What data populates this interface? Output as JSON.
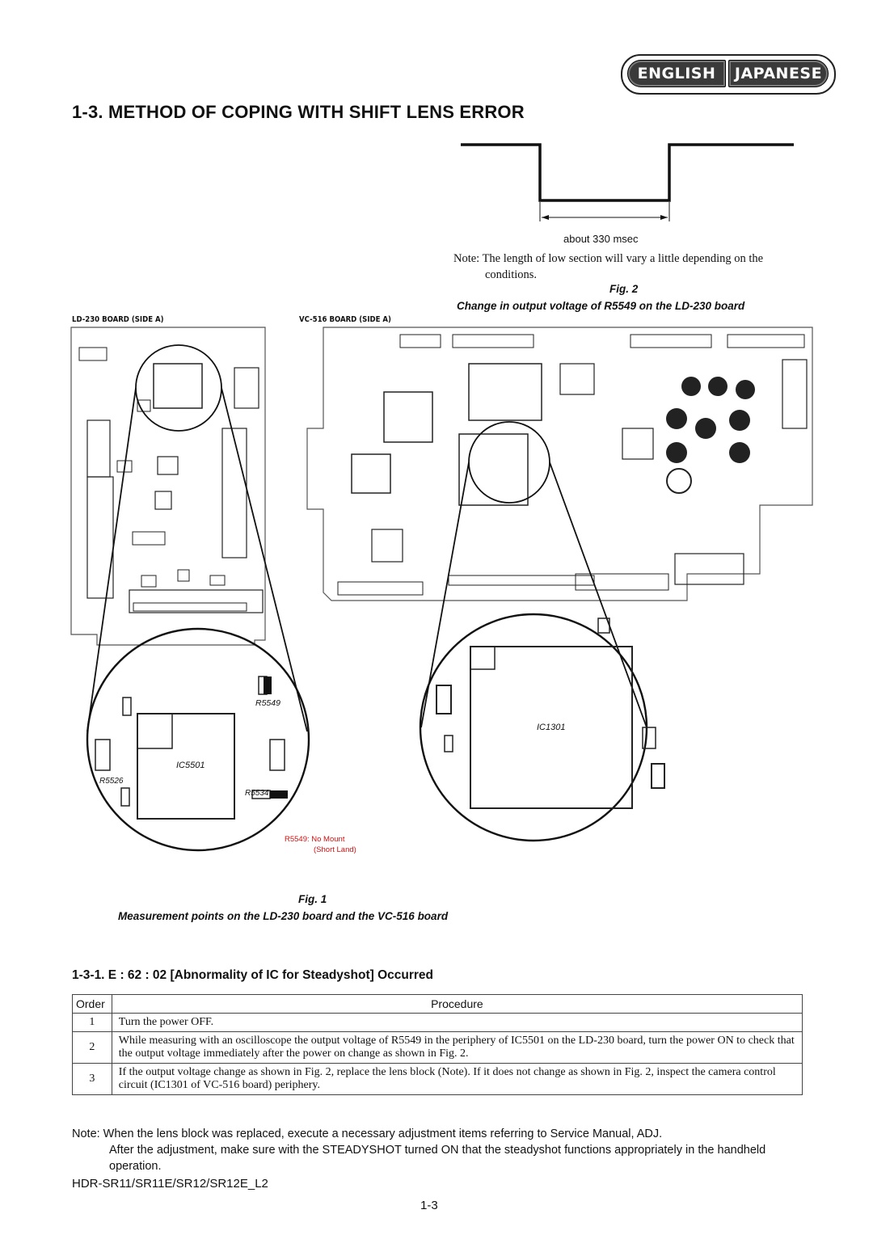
{
  "lang_switch": {
    "english": "ENGLISH",
    "japanese": "JAPANESE"
  },
  "title": "1-3.  METHOD OF COPING WITH SHIFT LENS ERROR",
  "fig2": {
    "timing_label": "about 330 msec",
    "note": "Note: The length of low section will vary a little depending on the",
    "note_cont": "conditions.",
    "fig_label": "Fig. 2",
    "caption": "Change in output voltage of R5549 on the LD-230 board"
  },
  "fig1": {
    "board_left": "LD-230 BOARD (SIDE A)",
    "board_right": "VC-516 BOARD (SIDE A)",
    "labels": {
      "r5549": "R5549",
      "ic5501": "IC5501",
      "r5526": "R5526",
      "r5534": "R5534",
      "ic1301": "IC1301",
      "no_mount": "R5549: No Mount",
      "short_land": "(Short Land)"
    },
    "fig_label": "Fig. 1",
    "caption": "Measurement points on the LD-230 board and the VC-516 board"
  },
  "section": {
    "heading": "1-3-1.  E : 62 : 02 [Abnormality of IC for Steadyshot] Occurred",
    "table": {
      "headers": [
        "Order",
        "Procedure"
      ],
      "rows": [
        {
          "order": "1",
          "procedure": "Turn the power OFF."
        },
        {
          "order": "2",
          "procedure": "While measuring with an oscilloscope the output voltage of R5549 in the periphery of IC5501 on the LD-230 board, turn the power ON to check that the output voltage immediately after the power on change as shown in Fig. 2."
        },
        {
          "order": "3",
          "procedure": "If the output voltage change as shown in Fig. 2, replace the lens block (Note). If it does not change as shown in Fig. 2, inspect the camera control circuit (IC1301 of VC-516 board) periphery."
        }
      ]
    }
  },
  "note": {
    "line1": "Note:  When the lens block was replaced, execute a necessary adjustment items referring to Service Manual, ADJ.",
    "line2": "After the adjustment, make sure with the STEADYSHOT turned ON that the steadyshot functions appropriately in the handheld operation."
  },
  "footer": {
    "model": "HDR-SR11/SR11E/SR12/SR12E_L2",
    "page": "1-3"
  }
}
